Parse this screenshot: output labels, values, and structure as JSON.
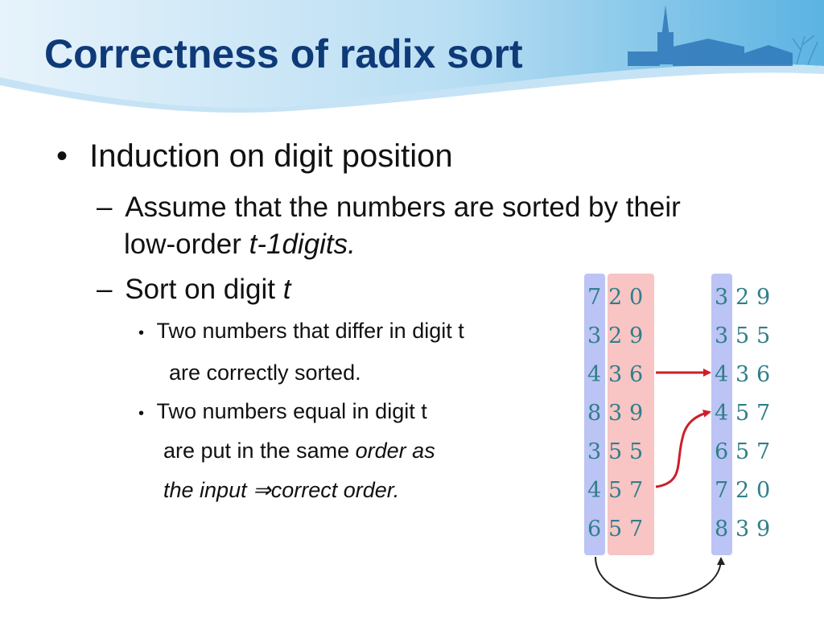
{
  "slide": {
    "title": "Correctness of radix sort",
    "bullets": {
      "b1": "Induction on digit position",
      "b1a_dash": "–",
      "b1a_line1": "Assume that the numbers are sorted by their",
      "b1a_line2_plain": "low-order ",
      "b1a_line2_italic": "t-1digits.",
      "b1b_dash": "–",
      "b1b_plain": "Sort on digit ",
      "b1b_italic": "t",
      "sub1_line1": "Two numbers that differ in digit t",
      "sub1_line2": "are correctly sorted.",
      "sub2_line1": "Two numbers equal in digit t",
      "sub2_line2_plain": "are put in the same ",
      "sub2_line2_italic": "order as",
      "sub2_line3_italic_a": "the input ",
      "sub2_line3_arrow": "⇒",
      "sub2_line3_italic_b": "correct order."
    },
    "bullet_symbol": "•"
  },
  "figure": {
    "input": [
      "720",
      "329",
      "436",
      "839",
      "355",
      "457",
      "657"
    ],
    "output": [
      "329",
      "355",
      "436",
      "457",
      "657",
      "720",
      "839"
    ],
    "colors": {
      "digit_text": "#2f7f8a",
      "digit_column_band": "#bcc4f5",
      "sorted_digits_band": "#f8c4c4",
      "arrow_red": "#cc1f2a",
      "arrow_black": "#222222"
    }
  }
}
